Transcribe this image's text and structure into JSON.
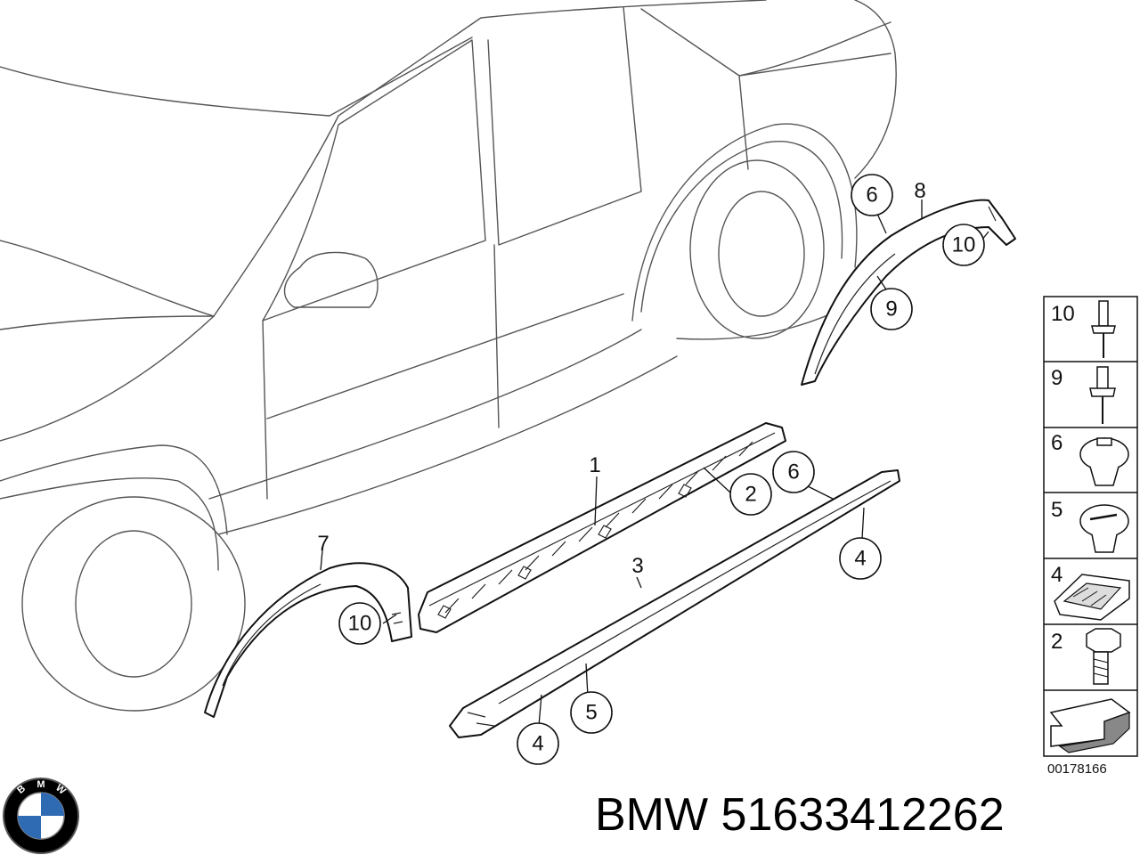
{
  "callouts": {
    "c1": "1",
    "c2": "2",
    "c3": "3",
    "c4a": "4",
    "c4b": "4",
    "c5": "5",
    "c6a": "6",
    "c6b": "6",
    "c7": "7",
    "c8": "8",
    "c9": "9",
    "c10a": "10",
    "c10b": "10"
  },
  "legend": {
    "items": [
      "10",
      "9",
      "6",
      "5",
      "4",
      "2"
    ]
  },
  "diagram_number": "00178166",
  "brand": {
    "logo_letters": [
      "B",
      "M",
      "W"
    ],
    "caption": "BMW 51633412262",
    "logo_colors": {
      "ring": "#000000",
      "blue": "#2f6bb3",
      "white": "#ffffff"
    }
  }
}
